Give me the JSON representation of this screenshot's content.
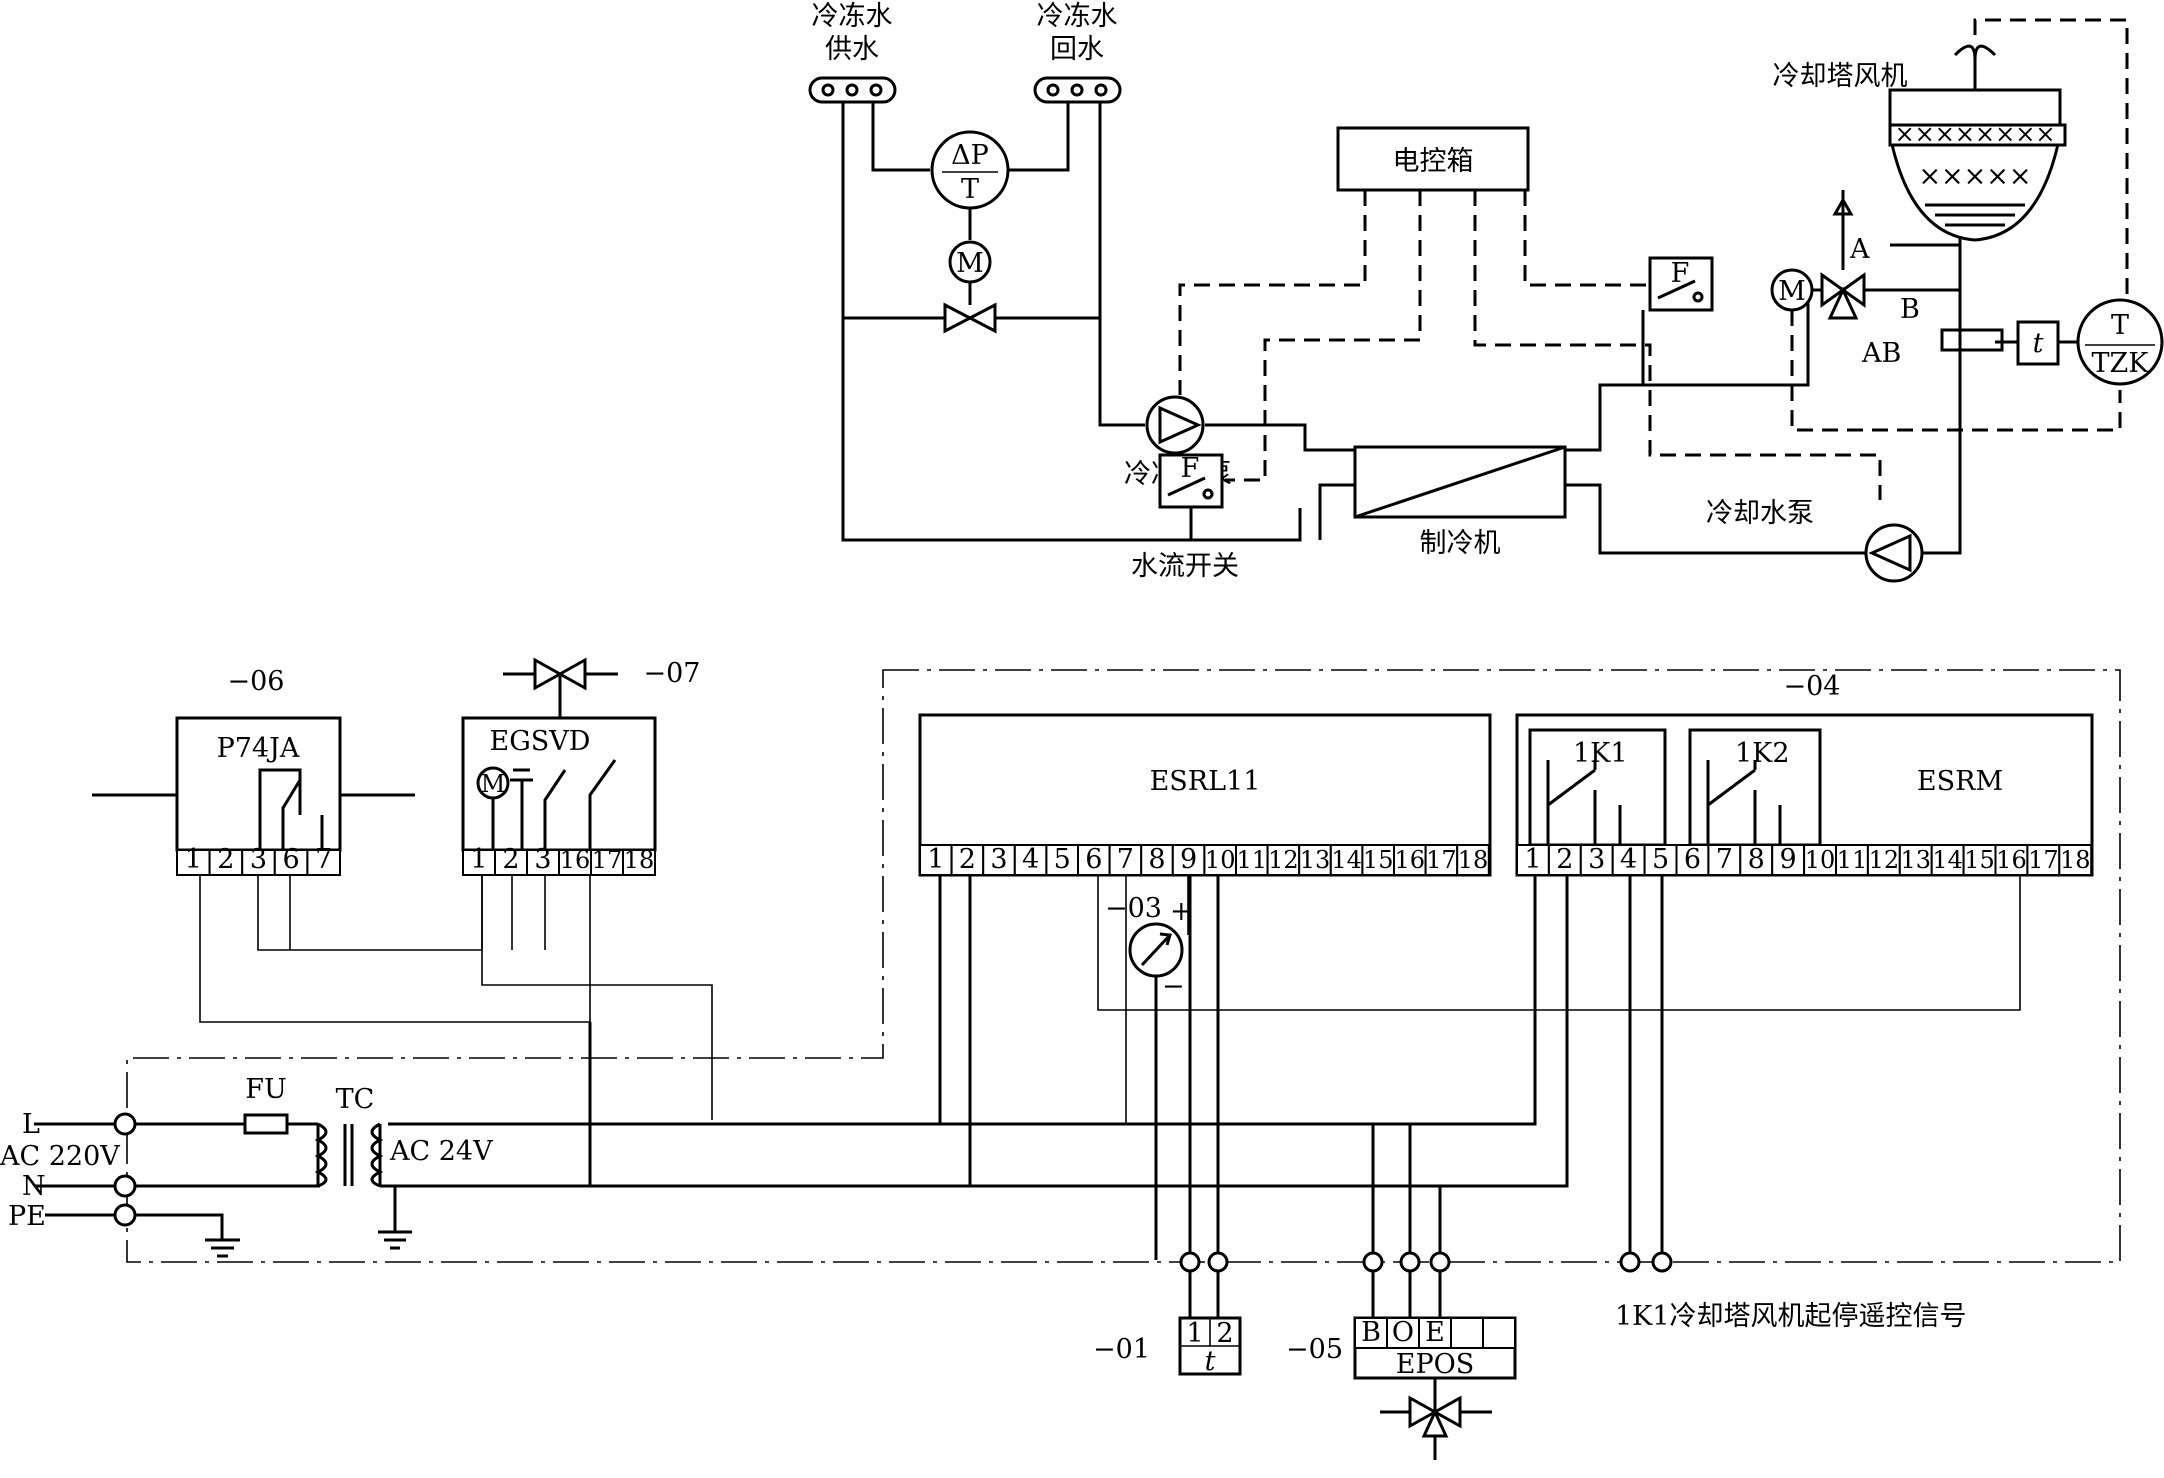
{
  "top": {
    "chw_supply": [
      "冷冻水",
      "供水"
    ],
    "chw_return": [
      "冷冻水",
      "回水"
    ],
    "dp_sensor": {
      "num": "ΔP",
      "den": "T"
    },
    "motor": "M",
    "control_box": "电控箱",
    "cooling_tower_fan": "冷却塔风机",
    "chw_pump": "冷冻水泵",
    "flow_switch": "水流开关",
    "chiller": "制冷机",
    "cw_pump": "冷却水泵",
    "flow_sym": "F",
    "port_a": "A",
    "port_b": "B",
    "port_ab": "AB",
    "temp_t": "t",
    "tzk": {
      "num": "T",
      "den": "TZK"
    }
  },
  "bottom": {
    "tag06": "−06",
    "tag07": "−07",
    "tag04": "−04",
    "tag03": "−03",
    "tag01": "−01",
    "tag05": "−05",
    "p74ja": {
      "label": "P74JA",
      "terminals": [
        "1",
        "2",
        "3",
        "6",
        "7"
      ]
    },
    "egsvd": {
      "label": "EGSVD",
      "terminals": [
        "1",
        "2",
        "3",
        "16",
        "17",
        "18"
      ]
    },
    "esrl11": {
      "label": "ESRL11",
      "terminals": [
        "1",
        "2",
        "3",
        "4",
        "5",
        "6",
        "7",
        "8",
        "9",
        "10",
        "11",
        "12",
        "13",
        "14",
        "15",
        "16",
        "17",
        "18"
      ]
    },
    "esrm": {
      "label": "ESRM",
      "relay1": "1K1",
      "relay2": "1K2",
      "terminals": [
        "1",
        "2",
        "3",
        "4",
        "5",
        "6",
        "7",
        "8",
        "9",
        "10",
        "11",
        "12",
        "13",
        "14",
        "15",
        "16",
        "17",
        "18"
      ]
    },
    "epos": {
      "label": "EPOS",
      "terminals": [
        "B",
        "O",
        "E",
        "",
        ""
      ]
    },
    "sensor01": {
      "terminals": [
        "1",
        "2"
      ],
      "sym": "t"
    },
    "plus": "+",
    "minus": "−",
    "power": {
      "L": "L",
      "ac220": "AC 220V",
      "N": "N",
      "PE": "PE",
      "FU": "FU",
      "TC": "TC",
      "ac24": "AC 24V"
    },
    "remote_signal": "1K1冷却塔风机起停遥控信号"
  }
}
